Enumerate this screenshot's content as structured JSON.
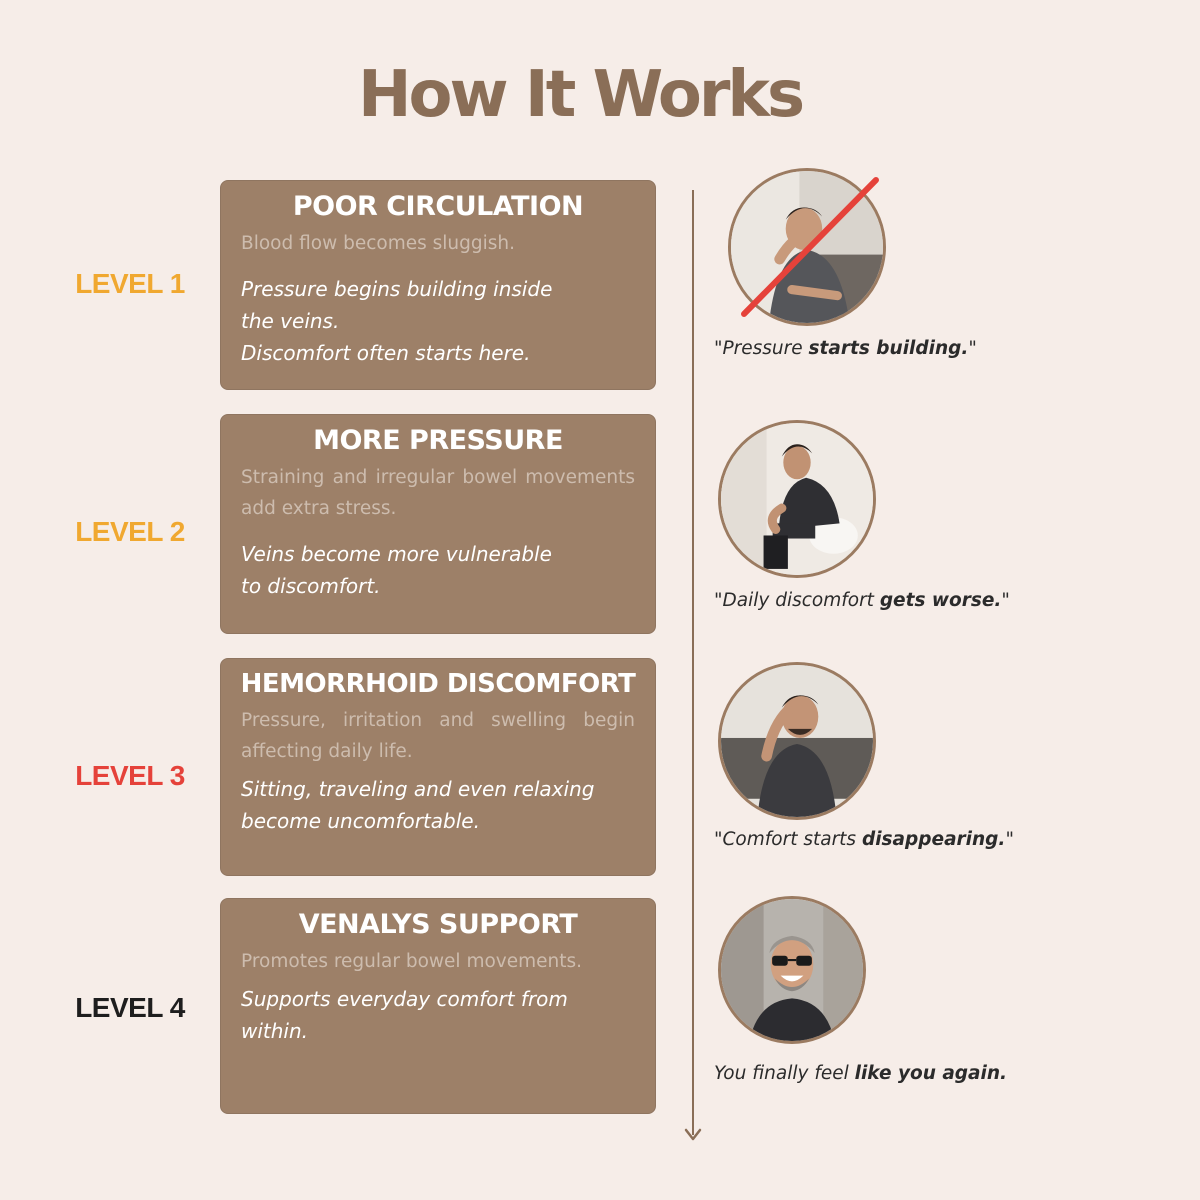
{
  "title": "How It Works",
  "levels": [
    {
      "label": "LEVEL 1",
      "color": "#f0a830",
      "card_title": "POOR CIRCULATION",
      "description": "Blood flow becomes sluggish.",
      "emphasis_lines": [
        "Pressure begins building inside",
        "the veins.",
        "Discomfort often starts here."
      ],
      "quote_prefix": "\"Pressure ",
      "quote_bold": "starts building.",
      "quote_suffix": "\""
    },
    {
      "label": "LEVEL 2",
      "color": "#f0a830",
      "card_title": "MORE PRESSURE",
      "description": "Straining and irregular bowel movements add extra stress.",
      "emphasis_lines": [
        "Veins become more vulnerable",
        "to discomfort."
      ],
      "quote_prefix": "\"Daily discomfort ",
      "quote_bold": "gets worse.",
      "quote_suffix": "\""
    },
    {
      "label": "LEVEL 3",
      "color": "#e5423a",
      "card_title": "HEMORRHOID DISCOMFORT",
      "description": "Pressure, irritation and swelling begin affecting daily life.",
      "emphasis_lines": [
        "Sitting, traveling and even relaxing",
        "become uncomfortable."
      ],
      "quote_prefix": "\"Comfort starts ",
      "quote_bold": "disappearing.",
      "quote_suffix": "\""
    },
    {
      "label": "LEVEL 4",
      "color": "#1e1e1e",
      "card_title": "VENALYS SUPPORT",
      "description": "Promotes regular bowel movements.",
      "emphasis_lines": [
        "Supports everyday comfort from",
        "within."
      ],
      "quote_prefix": "You finally feel ",
      "quote_bold": "like you again.",
      "quote_suffix": ""
    }
  ]
}
